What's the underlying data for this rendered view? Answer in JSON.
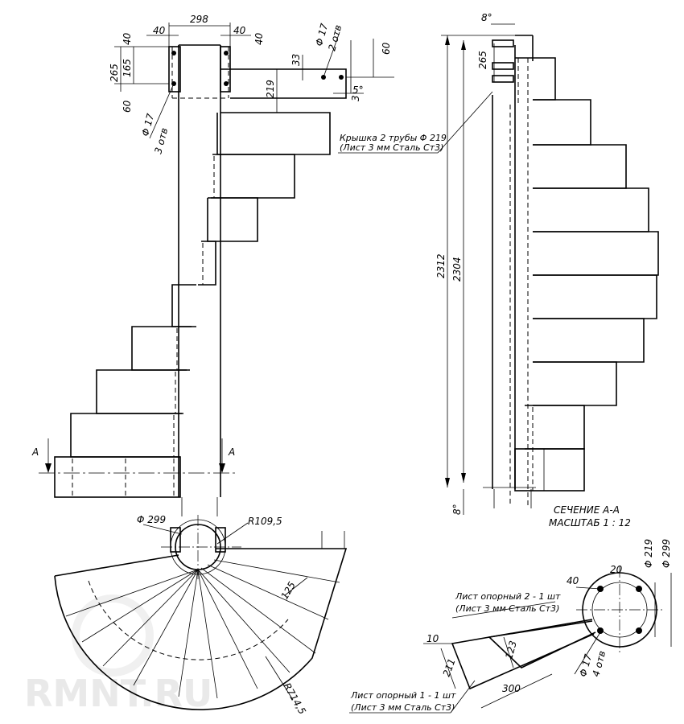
{
  "front_view": {
    "width_top": "298",
    "offset_left": "40",
    "offset_right": "40",
    "offset_far": "40",
    "h_265": "265",
    "h_165": "165",
    "h_60": "60",
    "hole_left": "Φ 17",
    "hole_left_count": "3 отв",
    "hole_right": "Φ 17",
    "hole_right_count": "2 отв",
    "dim_33": "33",
    "dim_3": "3",
    "dim_60r": "60",
    "angle_5": "5°",
    "dim_219": "219",
    "section_mark_left": "А",
    "section_mark_right": "А"
  },
  "plan_view": {
    "diameter": "Φ 299",
    "radius_inner": "R109,5",
    "tread_width": "125",
    "radius_outer": "R714,5"
  },
  "section_view": {
    "top_gap": "8°",
    "cap_height": "265",
    "total_height": "2312",
    "post_height": "2304",
    "bottom_gap": "8°",
    "cap_note_line1": "Крышка 2 трубы Φ 219",
    "cap_note_line2": "(Лист 3 мм Сталь Ст3)",
    "title_line1": "СЕЧЕНИЕ А-А",
    "title_line2": "МАСШТАБ 1 : 12"
  },
  "detail_view": {
    "d_219": "Φ 219",
    "d_299": "Φ 299",
    "dim_20": "20",
    "dim_40": "40",
    "plate2_line1": "Лист опорный 2 - 1 шт",
    "plate2_line2": "(Лист 3 мм Сталь Ст3)",
    "dim_10": "10",
    "dim_123": "123",
    "dim_211": "211",
    "dim_300": "300",
    "hole": "Φ 17",
    "hole_count": "4 отв",
    "plate1_line1": "Лист опорный 1 - 1 шт",
    "plate1_line2": "(Лист 3 мм Сталь Ст3)"
  },
  "watermark": "RMNT.RU"
}
